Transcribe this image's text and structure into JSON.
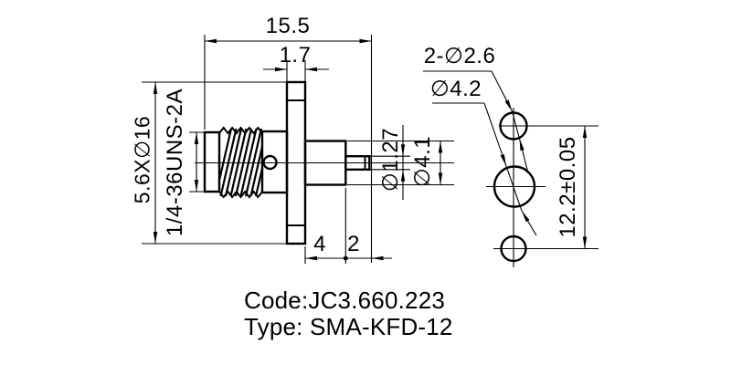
{
  "drawing": {
    "background": "#ffffff",
    "line_color": "#000000",
    "side_view": {
      "overall_length": "15.5",
      "flange_thickness": "1.7",
      "flange_size": "5.6X∅16",
      "thread_spec": "1/4-36UNS-2A",
      "pin_diameter": "∅1.27",
      "insulator_diameter": "∅4.1",
      "insulator_length": "4",
      "pin_length": "2"
    },
    "end_view": {
      "mounting_holes": "2-∅2.6",
      "center_hole": "∅4.2",
      "hole_spacing": "12.2±0.05"
    },
    "title_block": {
      "code": "Code:JC3.660.223",
      "type": "Type: SMA-KFD-12"
    }
  }
}
